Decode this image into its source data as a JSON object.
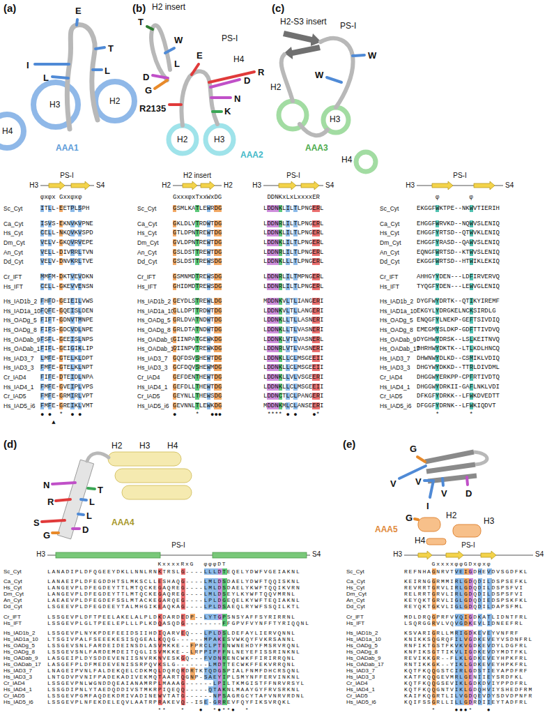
{
  "diagram": {
    "labels": [
      "(a)",
      "(b)",
      "(c)",
      "(d)",
      "(e)",
      "E",
      "I",
      "T",
      "L",
      "L",
      "H3",
      "H2",
      "H4",
      "AAA1",
      "T",
      "H2 insert",
      "PS-I",
      "W",
      "L",
      "E",
      "H4",
      "R",
      "D",
      "G",
      "R2135",
      "D",
      "N",
      "K",
      "H2",
      "H3",
      "AAA2",
      "H2-S3 insert",
      "PS-I",
      "W",
      "W",
      "H2",
      "AAA3",
      "H3",
      "H4",
      "H2",
      "H3",
      "H4",
      "N",
      "R",
      "S",
      "L",
      "L",
      "T",
      "D",
      "G",
      "AAA4",
      "G",
      "V",
      "V",
      "D",
      "V",
      "I",
      "G",
      "H2",
      "H3",
      "AAA5",
      "H4",
      "H3",
      "PS-I",
      "S4",
      "φxφx Gxxφxφ",
      "Sc_Cyt",
      "Ca_Cyt",
      "Hs_Cyt",
      "Dm_Cyt",
      "An_Cyt",
      "Dd_Cyt",
      "Cr_IFT",
      "Hs_IFT",
      "Hs_IAD1b_2",
      "Hs_IAD1a_10",
      "Hs_OADg_5",
      "Hs_OADg_8",
      "Hs_OADab_9",
      "Hs_OADab_17",
      "Hs_IAD3_7",
      "Hs_IAD3_3",
      "Cr_IAD4",
      "Hs_IAD4_1",
      "Cr_IAD5",
      "Hs_IAD5_i6",
      "ITLL-EETPLSPH",
      "ISVS-EKNVKVPNE",
      "CELL-NKQVKVSPD",
      "VELV-GKQVRVEPE",
      "VELL-DIVRRLTVN",
      "VELV-DNVKRLTVE",
      "MMFM-DKTVEVDKN",
      "CELL-GKEVVENSN",
      "FHFD-GEIEILVWS",
      "FQFE-GQEISLDEN",
      "FIFT-GDNVTMNPE",
      "FIFS-GDCVDLNPE",
      "FSFL-GEEISLNPS",
      "FIFL-GEIGIKLIP",
      "LMFE-GTELKLDPT",
      "FMFE-GTELKLNPT",
      "FIFE-DTEIDLNPA",
      "FMFE-GVEIPLVPS",
      "FMFE-GRMIRLVPT",
      "FMFE-GREIKLVMT",
      "● ●  *  ● ●",
      "▲",
      "H2",
      "H2 insert",
      "H2",
      "GxxxφxTxxWxDG",
      "H3",
      "PS-I",
      "S4",
      "DDNKxLxLxxxxER",
      "Sc_Cyt",
      "Ca_Cyt",
      "Hs_Cyt",
      "Dm_Cyt",
      "An_Cyt",
      "Dd_Cyt",
      "Cr_IFT",
      "Hs_IFT",
      "Hs_IAD1b_2",
      "Hs_IAD1a_10",
      "Hs_OADg_5",
      "Hs_OADg_8",
      "Hs_OADab_9",
      "Hs_OADab_17",
      "Hs_IAD3_7",
      "Hs_IAD3_3",
      "Cr_IAD4",
      "Hs_IAD4_1",
      "Cr_IAD5",
      "Hs_IAD5_i6",
      "GSMLKATLEWRDG",
      "GKLDLVTRDWTDG",
      "GTLDPNTREWTDG",
      "GVLDPNTREWTDG",
      "GSLDSTTREWTDG",
      "GSLDSTTREWSDG",
      "GSMNMDTREWSDG",
      "GHIDMDTREWSDG",
      "GEYDLSTREWLDG",
      "GLLDPTTRDWTDG",
      "GRLDVATNDWTDG",
      "GRLDTATNDWTDG",
      "GIINPATGEWKDG",
      "GIINPVTREWKDG",
      "GQFDSVSHEWTDG",
      "GCFDQVSHEWMDG",
      "GEFDENTHEWTDG",
      "GEFDLLTHEWTDG",
      "GEYNLLTHEWSDG",
      "GEVNNLTLEWKDG",
      "LDDNKLILTLPNGERL",
      "LDDNRLILTLPNGERL",
      "LDDNKLILTLPNGERL",
      "LDDNKLILTLPNGERL",
      "LDDNRLILTLPNGERL",
      "LDDNKLLLTLPNGERL",
      "LDDNRLILTMPNGERL",
      "LDDNRLILTLPNGERL",
      "MDDNKVLTLIANGERI",
      "LDDNKVLTLLANGERI",
      "LDDNKLLTLLASNERI",
      "LDDNKLLTLVASNERI",
      "LDDNKLVTLVASNERL",
      "LDDNRLVTLVASNERI",
      "LDDNKLLCLMSGEEII",
      "LDDNKLLCLMSGEEII",
      "LDDNKLLVLVSGEERI",
      "LDDNKLLCLMSGEEII",
      "LDDNCTLCLPANGERI",
      "MDDNKMLCLANSEERI",
      "●     *   ●●●",
      "**** ● ●    ●*",
      "H3",
      "PS-I",
      "S4",
      "φ        φ",
      "Sc_Cyt",
      "Ca_Cyt",
      "Hs_Cyt",
      "Dm_Cyt",
      "An_Cyt",
      "Dd_Cyt",
      "Cr_IFT",
      "Hs_IFT",
      "Hs_IAD1b_2",
      "Hs_IAD1a_10",
      "Hs_OADg_5",
      "Hs_OADg_8",
      "Hs_OADab_9",
      "Hs_OADab_17",
      "Hs_IAD3_7",
      "Hs_IAD3_3",
      "Cr_IAD4",
      "Hs_IAD4_1",
      "Cr_IAD5",
      "Hs_IAD5_i6",
      "EKGGFWKTPE--NKWVTIERIH",
      "EHGGFWRVKD--NQWVSLENIQ",
      "EHGGFYRTSD--QTWVKLENIQ",
      "EHGGFYRASD--QAWVSLENIQ",
      "EQNGFWRTSD--KTWVSLENIQ",
      "EKGGFWRTSD--HTWIKLEKIQ",
      "AHHGYYDEN---LDFIRVERVQ",
      "TYQGFYDEN---LEWVGLENIQ",
      "DYGFWYDRTK--QTIKYIREMF",
      "EKGYLYDRGKELNCKSIRDLG",
      "ENQGFYLNEKP-GEFTSIVDIQ",
      "EMEGMYSLDKP-GDFTTIVDVQ",
      "DYGHWYDRSK--LSLKEITNVQ",
      "DHRHWYDKTK--LTLKDLHNCQ",
      "DHWNWYDLKD--CSMIKLVDIQ",
      "DHGYWYDKKD--TTRLDIVDML",
      "DHGGWYERKPP-CPFRTIVDTQ",
      "DHGGWYDRKII-GAFLNKLVDI",
      "DFKGFYDRKK--LFWKDVEDTT",
      "DFGGFYDRNK--LFWKIQDVT",
      "*        *",
      "H3",
      "PS-I",
      "S4",
      "KxxxxRxG",
      "φφφDT",
      "Sc_Cyt",
      "Ca_Cyt",
      "Hs_Cyt",
      "Dm_Cyt",
      "An_Cyt",
      "Dd_Cyt",
      "Cr_IFT",
      "Hs_IFT",
      "Hs_IAD1b_2",
      "Hs_IAD1a_10",
      "Hs_OADg_5",
      "Hs_OADg_8",
      "Hs_OADab_9",
      "Hs_OADab_17",
      "Hs_IAD3_7",
      "Hs_IAD3_3",
      "Cr_IAD4",
      "Hs_IAD4_1",
      "Cr_IAD5",
      "Hs_IAD5_i6",
      "LANADIPLDFQGEEYDKLLNNLRNKTRSLG----LLLDTEQELYDWFVGEIAKNL",
      "LANAEIPLDFEGDDHTSLMKSCLLESHAQG----LMLDSDAELYDWFTQQISKNL",
      "LANGEVPLDFEGDEYTTLMTQCKEGAQREG----LMLDSDAELYKWFTQQIKVRN",
      "LANGEVPLDFEGDEYTTLMTQCKEGAQREG----LMLDSEYLKYWFTQQVMRNL",
      "LAEAEVPLDFEGDEFSSLMTACKEGARQEG----LPLDGEQELKYWFTEQIAKNL",
      "LSGEEVPLDFEGDEEYTALMHGIKEAQKAG----LPLDSAEQLRYWFSSQILKTL",
      "LSSGEVPLDFTPEELAKELALPLDKDARDEDP--LYTGPSNSYAFFSYRIRRNL",
      "LSSGEVPLGLTPEELEPLLLPLKDQASQDG--------FFGPVFVYNFFTYRIQQNL",
      "LSSGEVPLNYKPDEFEEIDSIIHDIQARVEQ---LPLDSLDEFAYLIERVQNNL",
      "LTSGIVPALFSEEEKESISQGEALKQQG------MPAKESVWKQYFVKRSANNL",
      "LSSGEVSNLFARDEIDEINSDLASVMKKE--FPRCLPTENWNEHDYFMSRVRQNL",
      "LSSGEVSNLFARDEMDEITQGLISVMKKE--LRPPIPFFNLNEYEFISSRINKNL",
      "LASGEIPLDYSDDEVENIISNVRKNVESKGQ---FVDNRENCWKFFIRIRRQNL",
      "LASGEFPLDFMEDEVENISSRPQVKSLG-------LMDTTECWKFFEKVRRQNL",
      "LNAGEIPVNLFALDEKQELCDKMQLDQRQRDRTKTQDGSPIALFNMFDHCRSQNL",
      "LNTGDVPVNIFPADEKADIVEKMQTAARTQGNP-SAEYIPLSMYNFFERVINKNL",
      "LSSGEVPNLWGNDDQEAIANAMRPLMAAAG------LPILTKMGISTFFNRVRSYL",
      "LSSGDIPNLYTAEDQDDIVSTMKRPIQEQQ-----QTAKNLMAAYGYFRVSRKNL",
      "LSSGEVPGMFAQDEKDRIVADINEWVTATG------NPSAGRGCYTAFVNRVRDNL",
      "LSSGEVPLNFEKDELEQVLAATRPRAKEVQ--ISE-GRREVFQYFIKSVRQKL",
      "**   *   ●  *●**●  *",
      "H3",
      "PS-I",
      "S4",
      "GxxxxφφGDxφxφ",
      "Sc_Cyt",
      "Ca_Cyt",
      "Hs_Cyt",
      "Dm_Cyt",
      "An_Cyt",
      "Dd_Cyt",
      "Cr_IFT",
      "Hs_IFT",
      "Hs_IAD1b_2",
      "Hs_IAD1a_10",
      "Hs_OADg_5",
      "Hs_OADg_8",
      "Hs_OADab_9",
      "Hs_OADab_17",
      "Hs_IAD3_7",
      "Hs_IAD3_3",
      "Cr_IAD4",
      "Hs_IAD4_1",
      "Cr_IAD5",
      "Hs_IAD5_i6",
      "REFNHAGNRVTVEIGDHEVDVSGDFKL",
      "KEIRNGGRMMIRLGDQDILDSPSEFKL",
      "REVRRTGRVLIRLGDQDILDSPSFVI",
      "RELRRTGRVLIRLGDQDILDSPSFVI",
      "KEYQKTGRVLIGLGDQDIEDSPSKFKL",
      "REYQKTGKVLIGLGDQDILDAPSFML",
      "MDLDRQGPRFVVQIGDKATLIDNTFRL",
      "LSQRGGRVLVQVGDKEVLIDNEEFRL",
      "KSVARIGRLLMRIGDKEVEYVNFRF",
      "KNIKKSQGRQFILVGDKEVEYVSDNFRL",
      "RNFIKTGSTFKVKVGDKEVDYLDGFRL",
      "KNFIKSGTTIKVLIGDKEVDYMDTFKL",
      "REVIKKGR--FLKLGDKEVEYHPKFRL",
      "RNTIKKGK--YIKLGDKEVEYHPKFRL",
      "KQTFKQQGSTCIRLGDSTIEYAPDFRF",
      "KATFKQQGEVMRLGENIIEYSRDFKL",
      "KQTFKQQGSEVIKLGDKDVIYPPDFRL",
      "KQTFKQQGNTVIKLGDQHVIYSHEDFRM",
      "KAIFKQGRTLILVGDQEVDYSDVDPNFR",
      "KQIFSSGRLLILLGDRDIIEYTADFRL",
      "*    ●●●*   ●"
    ]
  }
}
